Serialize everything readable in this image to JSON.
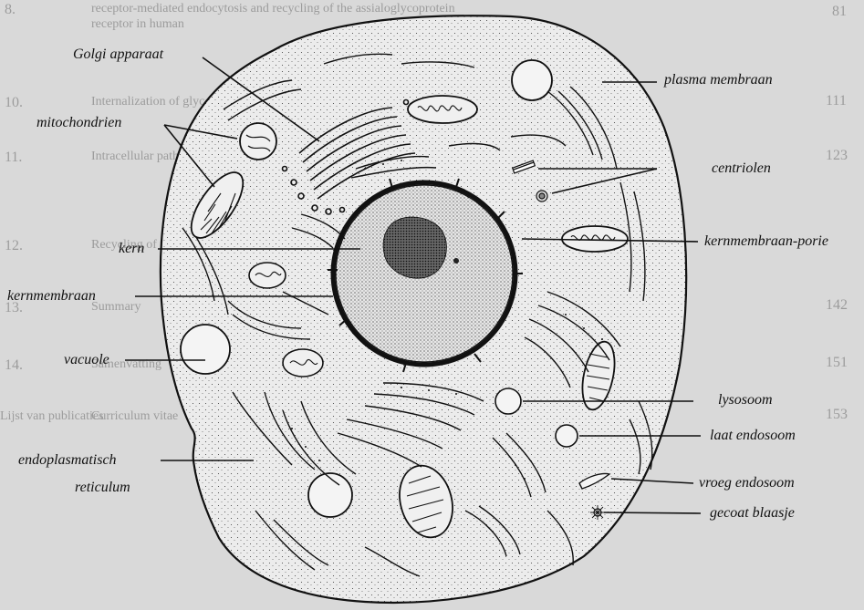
{
  "labels": {
    "golgi": "Golgi apparaat",
    "mito": "mitochondrien",
    "plasma": "plasma membraan",
    "centriolen": "centriolen",
    "kern": "kern",
    "kernporie": "kernmembraan-porie",
    "kernmembraan": "kernmembraan",
    "vacuole": "vacuole",
    "lysosoom": "lysosoom",
    "laat": "laat endosoom",
    "er1": "endoplasmatisch",
    "er2": "reticulum",
    "vroeg": "vroeg endosoom",
    "gecoat": "gecoat blaasje"
  },
  "background": {
    "lines": [
      "receptor-mediated endocytosis and recycling of the assialoglycoprotein",
      "receptor in human",
      "Internalization of glycoproteins by the asialoglycoprotein receptor",
      "Intracellular pathways of internalized ligands and receptors",
      "Recycling of receptors",
      "Summary",
      "Samenvatting",
      "Curriculum vitae",
      "Lijst van publicaties"
    ],
    "numbers": [
      "81",
      "111",
      "123",
      "142",
      "151",
      "153"
    ],
    "chapter_marks": [
      "8.",
      "10.",
      "11.",
      "12.",
      "13.",
      "14."
    ]
  }
}
